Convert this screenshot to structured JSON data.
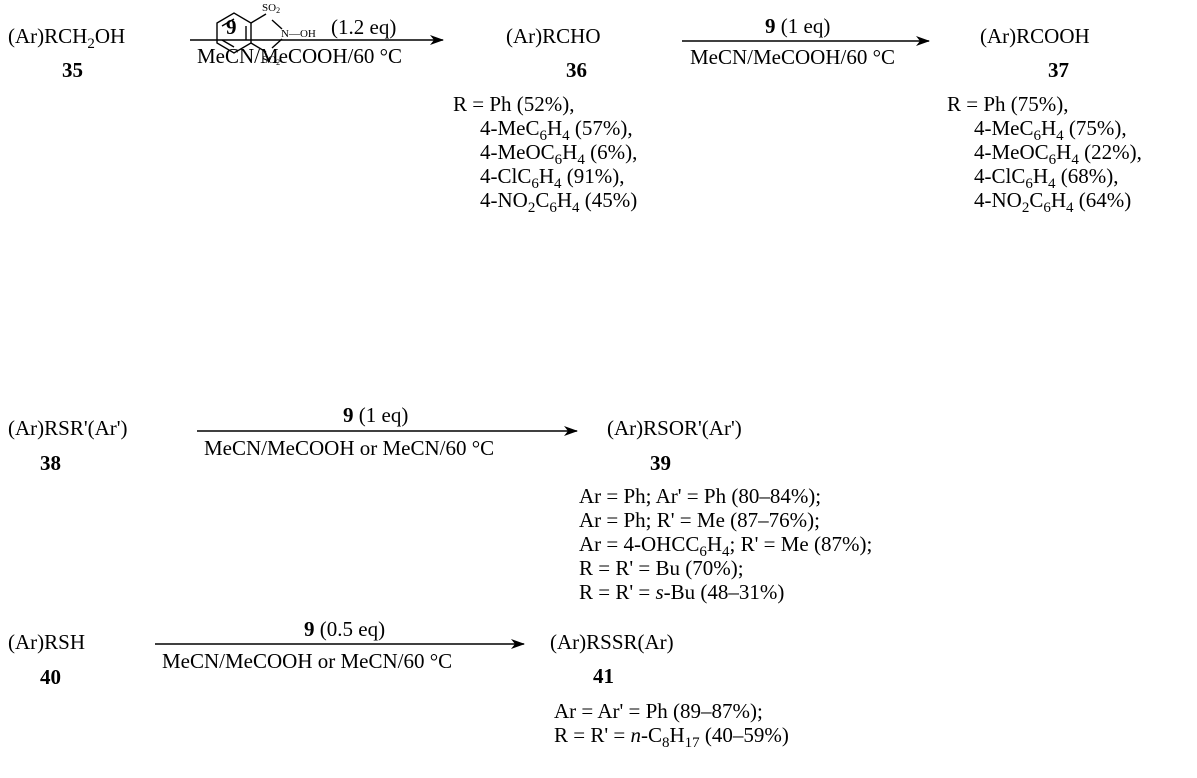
{
  "reagent": {
    "number": "9",
    "struct": {
      "so2_top": "SO",
      "so2_bottom": "SO",
      "n_oh": "N—OH",
      "sub2": "2"
    }
  },
  "row1": {
    "sm": {
      "pre": "(Ar)RCH",
      "sub": "2",
      "post": "OH",
      "num": "35"
    },
    "arrow1": {
      "num": "9",
      "eq": "(1.2 eq)",
      "cond": "MeCN/MeCOOH/60 °C"
    },
    "p1": {
      "text": "(Ar)RCHO",
      "num": "36"
    },
    "arrow2": {
      "num": "9",
      "eq": " (1 eq)",
      "cond": "MeCN/MeCOOH/60 °C"
    },
    "p2": {
      "text": "(Ar)RCOOH",
      "num": "37"
    },
    "p1_yields": {
      "l1": "R = Ph (52%),",
      "l2": {
        "a": "4-MeC",
        "s1": "6",
        "b": "H",
        "s2": "4",
        "c": " (57%),"
      },
      "l3": {
        "a": "4-MeOC",
        "s1": "6",
        "b": "H",
        "s2": "4",
        "c": " (6%),"
      },
      "l4": {
        "a": "4-ClC",
        "s1": "6",
        "b": "H",
        "s2": "4",
        "c": " (91%),"
      },
      "l5": {
        "a": "4-NO",
        "s0": "2",
        "a2": "C",
        "s1": "6",
        "b": "H",
        "s2": "4",
        "c": " (45%)"
      }
    },
    "p2_yields": {
      "l1": "R = Ph (75%),",
      "l2": {
        "a": "4-MeC",
        "s1": "6",
        "b": "H",
        "s2": "4",
        "c": " (75%),"
      },
      "l3": {
        "a": "4-MeOC",
        "s1": "6",
        "b": "H",
        "s2": "4",
        "c": " (22%),"
      },
      "l4": {
        "a": "4-ClC",
        "s1": "6",
        "b": "H",
        "s2": "4",
        "c": " (68%),"
      },
      "l5": {
        "a": "4-NO",
        "s0": "2",
        "a2": "C",
        "s1": "6",
        "b": "H",
        "s2": "4",
        "c": " (64%)"
      }
    }
  },
  "row2": {
    "sm": {
      "text": "(Ar)RSR'(Ar')",
      "num": "38"
    },
    "arrow": {
      "num": "9",
      "eq": " (1 eq)",
      "cond": "MeCN/MeCOOH or MeCN/60 °C"
    },
    "p": {
      "text": "(Ar)RSOR'(Ar')",
      "num": "39"
    },
    "yields": {
      "l1": "Ar = Ph; Ar' = Ph (80–84%);",
      "l2": "Ar = Ph; R' = Me (87–76%);",
      "l3": {
        "a": "Ar = 4-OHCC",
        "s1": "6",
        "b": "H",
        "s2": "4",
        "c": "; R' = Me (87%);"
      },
      "l4": "R = R' = Bu (70%);",
      "l5": {
        "a": "R = R' = ",
        "i": "s",
        "b": "-Bu (48–31%)"
      }
    }
  },
  "row3": {
    "sm": {
      "text": "(Ar)RSH",
      "num": "40"
    },
    "arrow": {
      "num": "9",
      "eq": " (0.5 eq)",
      "cond": "MeCN/MeCOOH or MeCN/60 °C"
    },
    "p": {
      "text": "(Ar)RSSR(Ar)",
      "num": "41"
    },
    "yields": {
      "l1": "Ar = Ar' = Ph (89–87%);",
      "l2": {
        "a": "R = R' = ",
        "i": "n",
        "b": "-C",
        "s1": "8",
        "c": "H",
        "s2": "17",
        "d": " (40–59%)"
      }
    }
  }
}
